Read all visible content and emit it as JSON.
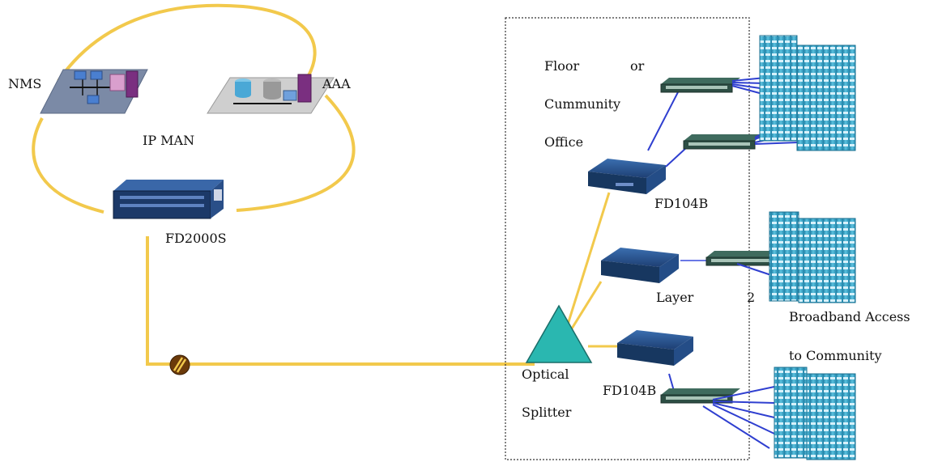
{
  "labels": {
    "nms": "NMS",
    "aaa": "AAA",
    "ip_man": "IP MAN",
    "fd2000s": "FD2000S",
    "floor": "Floor",
    "or": "or",
    "community": "Cummunity",
    "office": "Office",
    "fd104b_top": "FD104B",
    "layer": "Layer",
    "layer_num": "2",
    "broadband": "Broadband Access",
    "to_community": "to Community",
    "optical": "Optical",
    "splitter": "Splitter",
    "fd104b_bottom": "FD104B"
  },
  "colors": {
    "fiber": "#f2c94c",
    "copper": "#2f3fd0",
    "splitter": "#2ab7b0",
    "device": "#1f4d8a",
    "building": "#3aa9c9",
    "switch": "#2f6f5a"
  },
  "icons": {
    "attenuator": "fiber-attenuator-icon",
    "nms_lan": "nms-lan-platform-icon",
    "aaa_lan": "aaa-server-platform-icon"
  }
}
